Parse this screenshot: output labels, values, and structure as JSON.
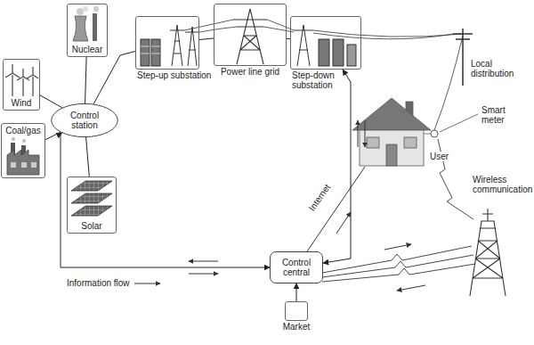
{
  "diagram": {
    "nodes": [
      {
        "text": [
          "Nuclear"
        ]
      },
      {
        "text": [
          "Wind"
        ]
      },
      {
        "text": [
          "Coal/gas"
        ]
      },
      {
        "text": [
          "Solar"
        ]
      },
      {
        "text": [
          "Control station"
        ]
      },
      {
        "text": [
          "Step-up substation"
        ]
      },
      {
        "text": [
          "Power line grid"
        ]
      },
      {
        "text": [
          "Step-down substation"
        ]
      },
      {
        "text": [
          "Control central"
        ]
      },
      {
        "text": [
          "Market"
        ]
      }
    ],
    "edges": [
      {
        "from": 0,
        "to": 4,
        "arrow": "none"
      },
      {
        "from": 1,
        "to": 4,
        "arrow": "none"
      },
      {
        "from": 2,
        "to": 4,
        "arrow": "none"
      },
      {
        "from": 3,
        "to": 4,
        "arrow": "none"
      },
      {
        "from": 4,
        "to": 5,
        "arrow": "none"
      },
      {
        "from": 5,
        "to": 6,
        "arrow": "none"
      },
      {
        "from": 6,
        "to": 7,
        "arrow": "none"
      },
      {
        "from": 8,
        "to": 7,
        "arrow": "both"
      },
      {
        "from": 4,
        "to": 8,
        "arrow": "both"
      },
      {
        "from": 9,
        "to": 8,
        "arrow": "to"
      }
    ],
    "labels": [
      "Local distribution",
      "Smart meter",
      "User",
      "Internet",
      "Wireless communication"
    ],
    "legend": [
      {
        "text": "Information flow"
      }
    ]
  }
}
